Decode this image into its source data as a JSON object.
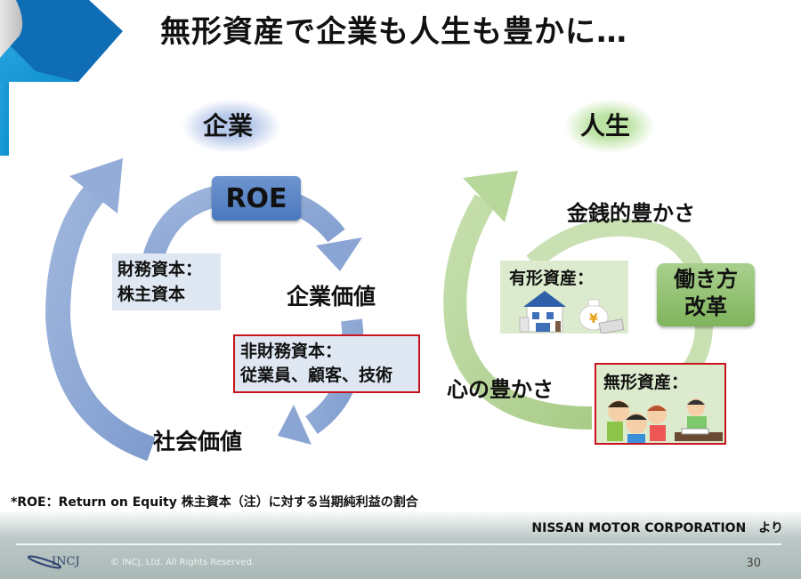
{
  "slide": {
    "title": "無形資産で企業も人生も豊かに…",
    "page_number": "30"
  },
  "colors": {
    "corporate_accent": "#5b83c7",
    "life_accent": "#9ccc7a",
    "highlight_border": "#c8141e"
  },
  "corporate": {
    "heading": "企業",
    "roe": "ROE",
    "financial_capital_line1": "財務資本：",
    "financial_capital_line2": "株主資本",
    "corporate_value": "企業価値",
    "nonfinancial_line1": "非財務資本：",
    "nonfinancial_line2": "従業員、顧客、技術",
    "social_value": "社会価値"
  },
  "life": {
    "heading": "人生",
    "monetary_wealth": "金銭的豊かさ",
    "tangible_assets": "有形資産：",
    "tangible_icons": [
      "house-icon",
      "money-bag-icon",
      "banknotes-icon"
    ],
    "work_style_line1": "働き方",
    "work_style_line2": "改革",
    "spiritual_wealth": "心の豊かさ",
    "intangible_assets": "無形資産：",
    "intangible_icons": [
      "family-illustration",
      "studying-child-illustration"
    ]
  },
  "footer": {
    "note": "*ROE：Return on Equity  株主資本（注）に対する当期純利益の割合",
    "credit": "NISSAN MOTOR CORPORATION　より",
    "logo": "INCJ",
    "copyright": "© INCJ, Ltd. All Rights Reserved."
  }
}
